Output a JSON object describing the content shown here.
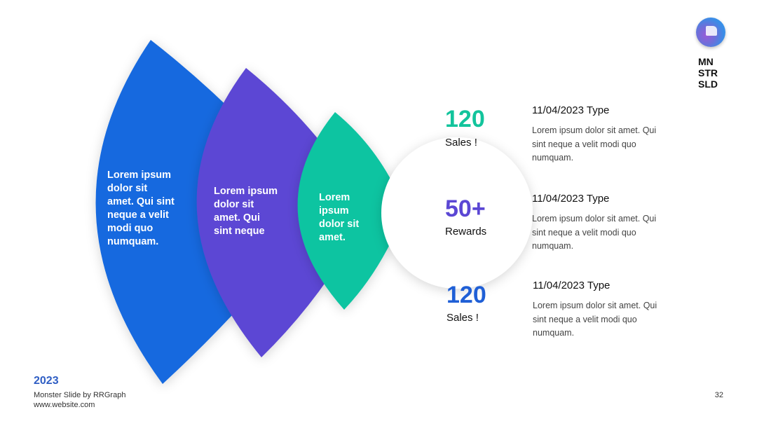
{
  "colors": {
    "blue": "#1469df",
    "purple": "#5b47d4",
    "teal": "#08c4a1",
    "stat_green": "#12c49c",
    "stat_purple": "#5b47d4",
    "stat_blue": "#1f5fd6"
  },
  "logo": {
    "icon": "orb-logo-icon",
    "line1": "MN",
    "line2": "STR",
    "line3": "SLD"
  },
  "leaves": [
    {
      "lines": [
        "Lorem ipsum",
        "dolor sit",
        "amet. Qui sint",
        "neque a velit",
        "modi quo",
        "numquam."
      ]
    },
    {
      "lines": [
        "Lorem ipsum",
        "dolor sit",
        "amet. Qui",
        "sint neque"
      ]
    },
    {
      "lines": [
        "Lorem",
        "ipsum",
        "dolor sit",
        "amet."
      ]
    }
  ],
  "stats": [
    {
      "number": "120",
      "label": "Sales !"
    },
    {
      "number": "50+",
      "label": "Rewards"
    },
    {
      "number": "120",
      "label": "Sales !"
    }
  ],
  "items": [
    {
      "title": "11/04/2023 Type",
      "lines": [
        "Lorem ipsum dolor sit amet. Qui",
        "sint neque a velit modi quo",
        "numquam."
      ]
    },
    {
      "title": "11/04/2023 Type",
      "lines": [
        "Lorem ipsum dolor sit amet. Qui",
        "sint neque a velit modi quo",
        "numquam."
      ]
    },
    {
      "title": "11/04/2023 Type",
      "lines": [
        "Lorem ipsum dolor sit amet. Qui",
        "sint neque a velit modi quo",
        "numquam."
      ]
    }
  ],
  "footer": {
    "year": "2023",
    "credit": "Monster Slide by RRGraph",
    "website": "www.website.com",
    "page_number": "32"
  }
}
